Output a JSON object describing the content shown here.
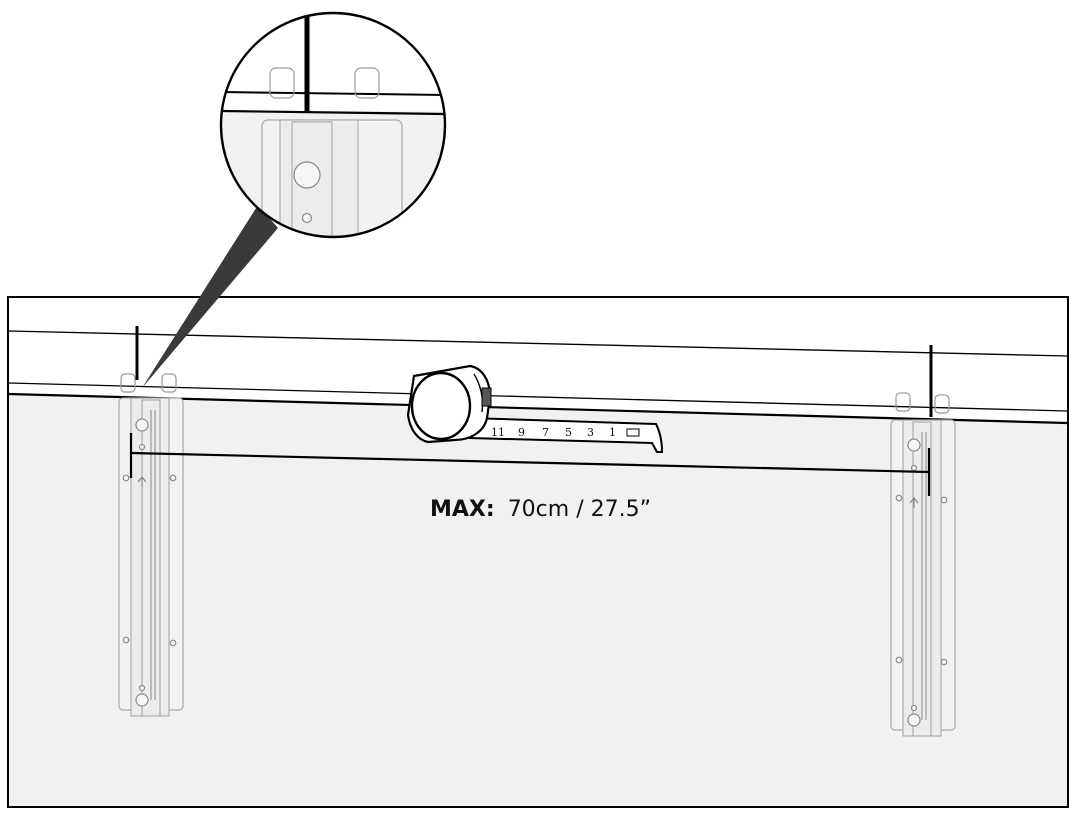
{
  "measurement": {
    "max_prefix": "MAX:",
    "max_value": "70cm / 27.5”"
  },
  "tape_marks": [
    "11",
    "9",
    "7",
    "5",
    "3",
    "1"
  ],
  "colors": {
    "lines": "#000000",
    "wall_fill": "#f1f1f1",
    "bracket_outline": "#a8a8a8"
  },
  "icons": {
    "tape_measure": "tape-measure-icon",
    "magnifier": "zoom-detail-circle"
  }
}
